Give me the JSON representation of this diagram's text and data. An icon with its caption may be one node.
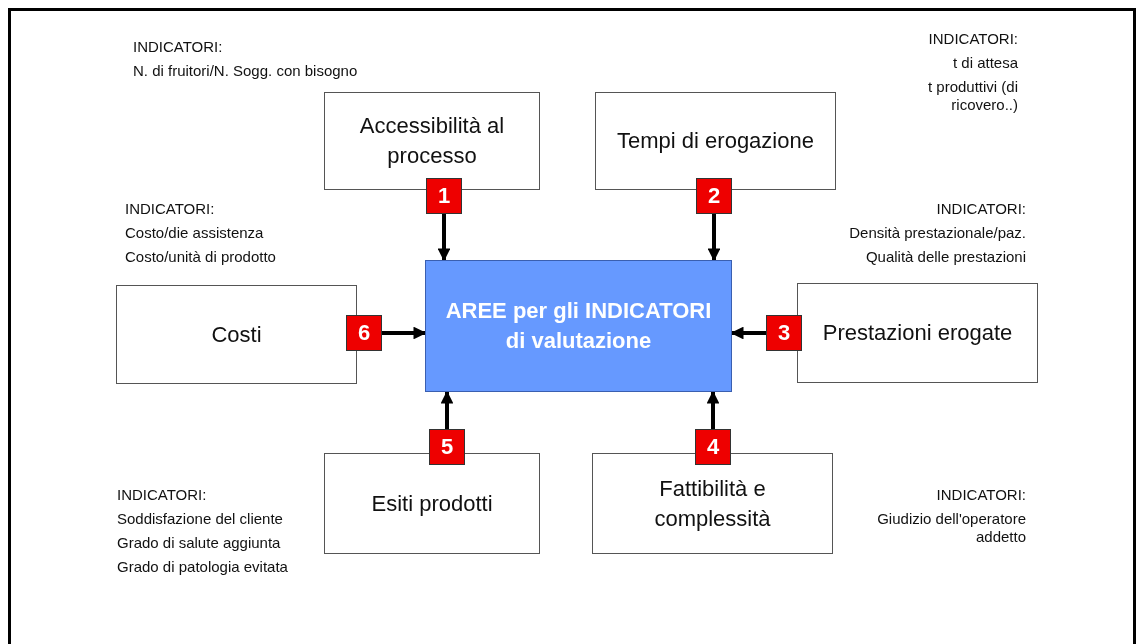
{
  "diagram": {
    "nodes": [
      {
        "text": [
          "Accessibilità al processo"
        ],
        "beside": [
          "INDICATORI:",
          "N. di fruitori/N. Sogg. con bisogno"
        ]
      },
      {
        "text": [
          "Tempi di erogazione"
        ],
        "beside": [
          "INDICATORI:",
          "t di attesa",
          "t  produttivi (di ricovero..)"
        ]
      },
      {
        "text": [
          "Costi"
        ],
        "beside": [
          "INDICATORI:",
          "Costo/die assistenza",
          "Costo/unità di prodotto"
        ]
      },
      {
        "text": [
          "AREE per gli INDICATORI di valutazione"
        ]
      },
      {
        "text": [
          "Prestazioni erogate"
        ],
        "beside": [
          "INDICATORI:",
          "Densità prestazionale/paz.",
          "Qualità delle prestazioni"
        ]
      },
      {
        "text": [
          "Esiti prodotti"
        ],
        "beside": [
          "INDICATORI:",
          "Soddisfazione del cliente",
          "Grado di salute aggiunta",
          "Grado di patologia evitata"
        ]
      },
      {
        "text": [
          "Fattibilità e complessità"
        ],
        "beside": [
          "INDICATORI:",
          "Giudizio dell'operatore addetto"
        ]
      }
    ],
    "edges": [
      {
        "from": 0,
        "to": 3,
        "arrow": "to",
        "label": "1"
      },
      {
        "from": 1,
        "to": 3,
        "arrow": "to",
        "label": "2"
      },
      {
        "from": 4,
        "to": 3,
        "arrow": "to",
        "label": "3"
      },
      {
        "from": 6,
        "to": 3,
        "arrow": "to",
        "label": "4"
      },
      {
        "from": 5,
        "to": 3,
        "arrow": "to",
        "label": "5"
      },
      {
        "from": 2,
        "to": 3,
        "arrow": "to",
        "label": "6"
      }
    ]
  }
}
